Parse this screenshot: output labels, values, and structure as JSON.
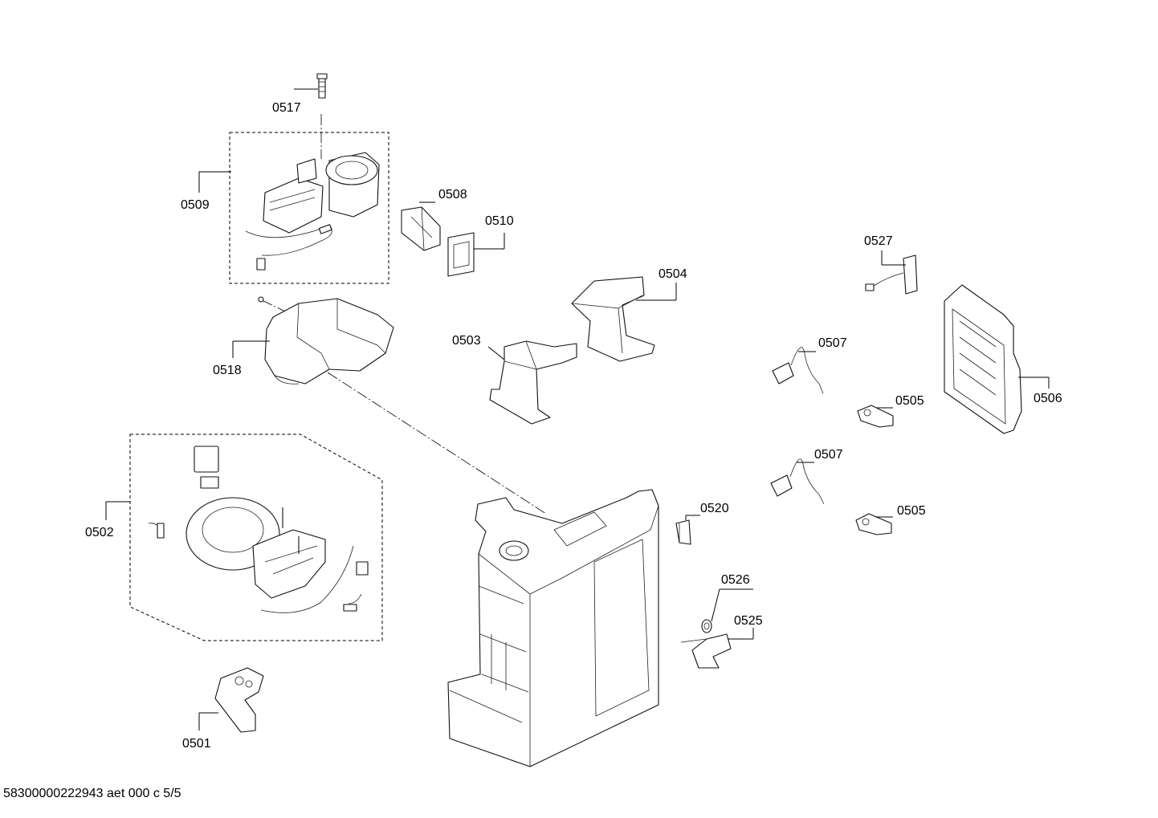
{
  "parts": {
    "p0501": "0501",
    "p0502": "0502",
    "p0503": "0503",
    "p0504": "0504",
    "p0505a": "0505",
    "p0505b": "0505",
    "p0506": "0506",
    "p0507a": "0507",
    "p0507b": "0507",
    "p0508": "0508",
    "p0509": "0509",
    "p0510": "0510",
    "p0517": "0517",
    "p0518": "0518",
    "p0520": "0520",
    "p0525": "0525",
    "p0526": "0526",
    "p0527": "0527"
  },
  "footer": "58300000222943 aet 000 c 5/5"
}
